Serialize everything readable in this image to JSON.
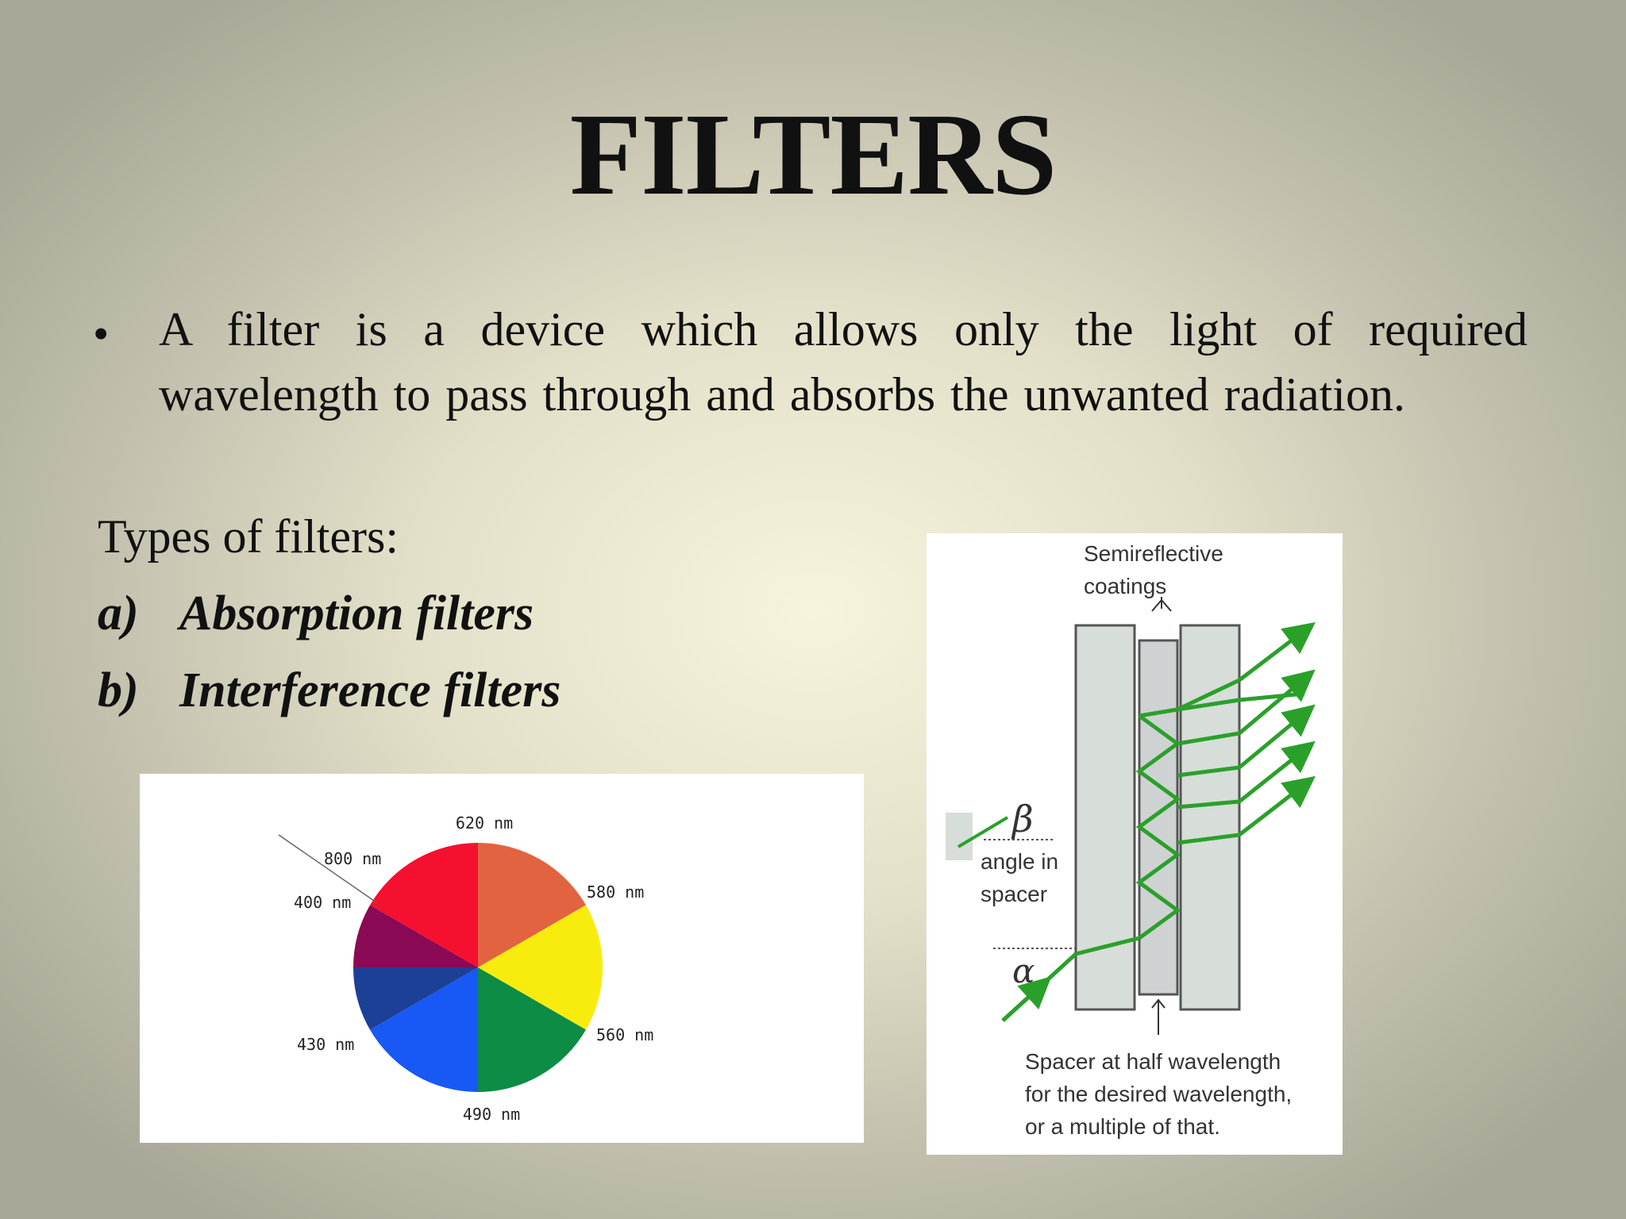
{
  "slide": {
    "title": "FILTERS",
    "bullet_marker": "•",
    "bullet_text": "A filter is a device which allows only the light of required wavelength to pass through and absorbs the unwanted radiation.",
    "types_heading": "Types of filters:",
    "types": [
      {
        "marker": "a)",
        "label": "Absorption filters"
      },
      {
        "marker": "b)",
        "label": "Interference filters"
      }
    ]
  },
  "color_wheel": {
    "labels": {
      "nm620": "620 nm",
      "nm800": "800 nm",
      "nm580": "580 nm",
      "nm400": "400 nm",
      "nm560": "560 nm",
      "nm430": "430 nm",
      "nm490": "490 nm"
    },
    "colors": {
      "red": "#f5102f",
      "orange": "#e2633f",
      "yellow": "#f8ec0e",
      "green": "#0c8c44",
      "blue": "#1858f5",
      "indigo": "#1c4096",
      "violet": "#8a0a55"
    }
  },
  "interference_diagram": {
    "coatings_label_line1": "Semireflective",
    "coatings_label_line2": "coatings",
    "beta_symbol": "β",
    "angle_label_line1": "angle in",
    "angle_label_line2": "spacer",
    "alpha_symbol": "α",
    "spacer_label_line1": "Spacer at half wavelength",
    "spacer_label_line2": "for the desired wavelength,",
    "spacer_label_line3": "or a multiple of that.",
    "colors": {
      "ray": "#2aa02a",
      "plate": "#d7ddd8",
      "spacer": "#cfd2d2"
    }
  }
}
